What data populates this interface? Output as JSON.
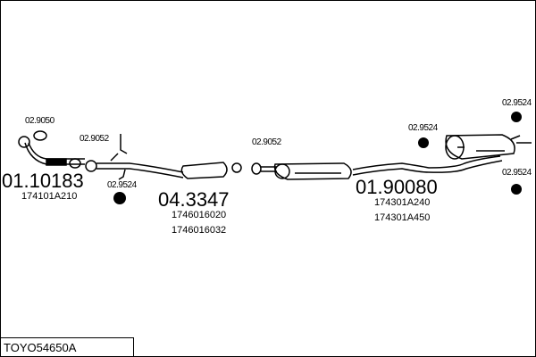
{
  "diagram_code": "TOYO54650A",
  "parts": [
    {
      "number": "01.10183",
      "refs": [
        "174101A210"
      ]
    },
    {
      "number": "04.3347",
      "refs": [
        "1746016020",
        "1746016032"
      ]
    },
    {
      "number": "01.90080",
      "refs": [
        "174301A240",
        "174301A450"
      ]
    }
  ],
  "small_parts": {
    "gasket_front": "02.9050",
    "gasket_mid1": "02.9052",
    "gasket_mid2": "02.9052",
    "hanger_front": "02.9524",
    "hanger_mid": "02.9524",
    "hanger_rear_top": "02.9524",
    "hanger_rear_bottom": "02.9524"
  }
}
